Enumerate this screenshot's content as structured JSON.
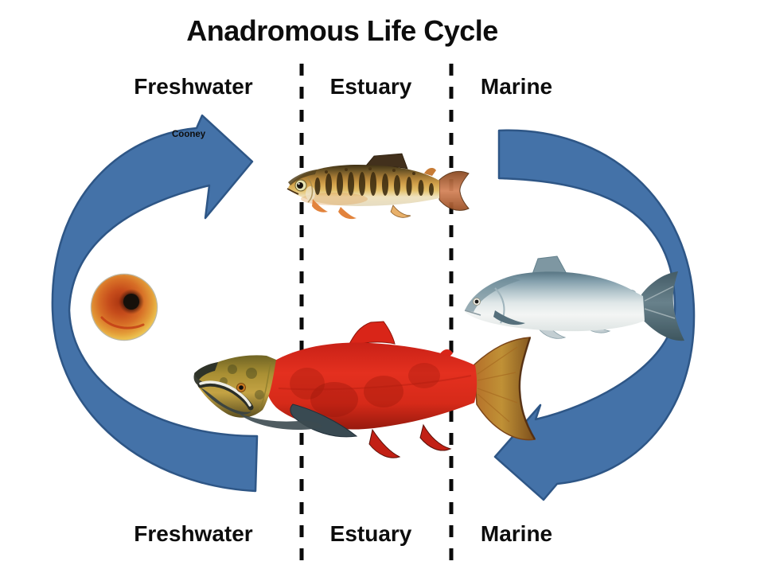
{
  "title": "Anadromous Life Cycle",
  "attribution": "Cooney",
  "zones_top": {
    "freshwater": "Freshwater",
    "estuary": "Estuary",
    "marine": "Marine"
  },
  "zones_bottom": {
    "freshwater": "Freshwater",
    "estuary": "Estuary",
    "marine": "Marine"
  },
  "figures": {
    "egg": "salmon-egg",
    "juvenile": "juvenile-salmon-parr",
    "ocean_adult": "silver-ocean-phase-adult-salmon",
    "spawning_adult": "red-spawning-sockeye-salmon"
  },
  "arrows": {
    "seaward": "seaward-migration-arrow",
    "return": "return-migration-arrow"
  },
  "colors": {
    "background": "#ffffff",
    "text": "#0d0d0d",
    "divider": "#0a0a0a",
    "arrow_fill": "#4472a8",
    "arrow_stroke": "#2e5686",
    "sockeye_red": "#e12a1c",
    "sockeye_head_olive": "#b99e3a",
    "egg_orange": "#d76e26",
    "parr_gold": "#d1a04a",
    "ocean_silver": "#dfe7e8"
  }
}
